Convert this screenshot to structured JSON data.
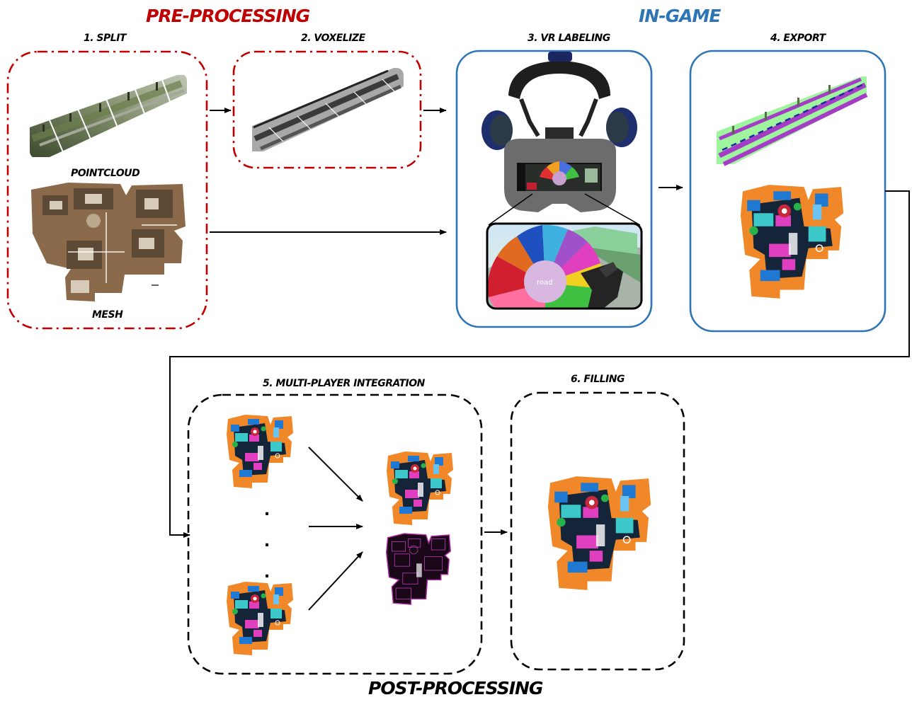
{
  "sections": {
    "pre": "PRE-PROCESSING",
    "in": "IN-GAME",
    "post": "POST-PROCESSING"
  },
  "steps": {
    "split": "1. SPLIT",
    "voxelize": "2. VOXELIZE",
    "vr": "3. VR LABELING",
    "export": "4. EXPORT",
    "integration": "5. MULTI-PLAYER INTEGRATION",
    "filling": "6. FILLING"
  },
  "labels": {
    "pointcloud": "POINTCLOUD",
    "mesh": "MESH",
    "road": "road"
  },
  "colors": {
    "pre_red": "#c00000",
    "in_blue": "#2e75b6",
    "post_black": "#000000",
    "floor_orange": "#f0882a",
    "floor_navy": "#14253a",
    "floor_blue": "#1f78d1",
    "floor_cyan": "#3cc8c8",
    "floor_magenta": "#e040c0",
    "floor_green": "#27b34a",
    "seg_green": "#9ef59e",
    "seg_purple": "#a43cc6"
  }
}
